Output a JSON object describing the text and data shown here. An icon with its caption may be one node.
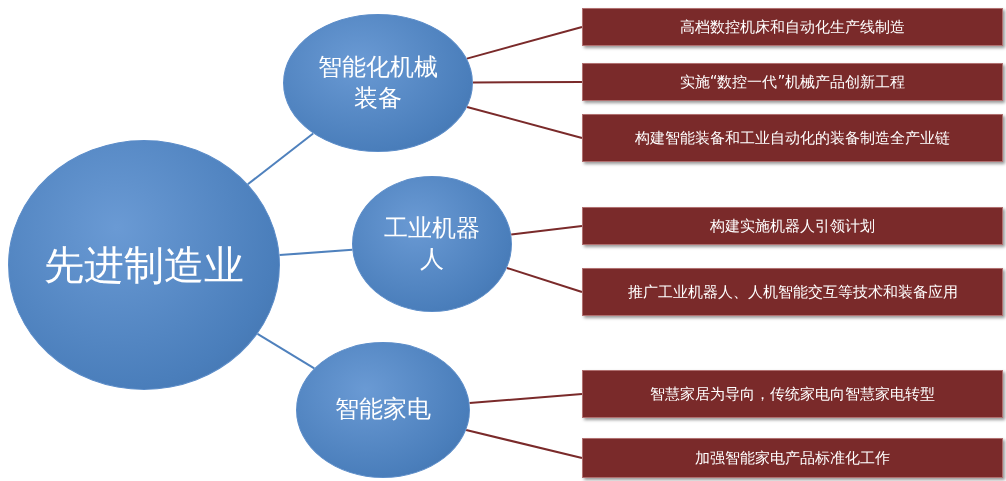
{
  "diagram": {
    "nodes": [
      {
        "text": [
          "先进制造业"
        ]
      },
      {
        "text": [
          "智能化机械装备"
        ]
      },
      {
        "text": [
          "高档数控机床和自动化生产线制造"
        ]
      },
      {
        "text": [
          "实施“数控一代”机械产品创新工程"
        ]
      },
      {
        "text": [
          "构建智能装备和工业自动化的装备制造全产业链"
        ]
      },
      {
        "text": [
          "工业机器人"
        ]
      },
      {
        "text": [
          "构建实施机器人引领计划"
        ]
      },
      {
        "text": [
          "推广工业机器人、人机智能交互等技术和装备应用"
        ]
      },
      {
        "text": [
          "智能家电"
        ]
      },
      {
        "text": [
          "智慧家居为导向，传统家电向智慧家电转型"
        ]
      },
      {
        "text": [
          "加强智能家电产品标准化工作"
        ]
      }
    ],
    "edges": [
      {
        "from": 0,
        "to": 1,
        "arrow": "none",
        "color": "#4f81bd"
      },
      {
        "from": 1,
        "to": 2,
        "arrow": "none"
      },
      {
        "from": 1,
        "to": 3,
        "arrow": "none"
      },
      {
        "from": 1,
        "to": 4,
        "arrow": "none"
      },
      {
        "from": 0,
        "to": 5,
        "arrow": "none",
        "color": "#4f81bd"
      },
      {
        "from": 5,
        "to": 6,
        "arrow": "none"
      },
      {
        "from": 5,
        "to": 7,
        "arrow": "none"
      },
      {
        "from": 0,
        "to": 8,
        "arrow": "none",
        "color": "#4f81bd"
      },
      {
        "from": 8,
        "to": 9,
        "arrow": "none"
      },
      {
        "from": 8,
        "to": 10,
        "arrow": "none"
      }
    ]
  }
}
